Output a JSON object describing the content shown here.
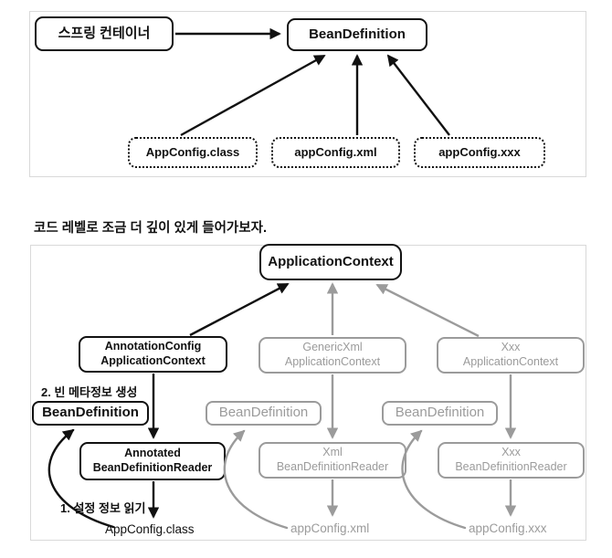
{
  "diagram1": {
    "spring_container": "스프링 컨테이너",
    "bean_definition": "BeanDefinition",
    "sources": [
      "AppConfig.class",
      "appConfig.xml",
      "appConfig.xxx"
    ]
  },
  "middle_text": "코드 레벨로 조금 더 깊이 있게 들어가보자.",
  "diagram2": {
    "application_context": "ApplicationContext",
    "step2_label": "2. 빈 메타정보 생성",
    "step1_label": "1. 설정 정보 읽기",
    "columns": [
      {
        "context_line1": "AnnotationConfig",
        "context_line2": "ApplicationContext",
        "bean_definition": "BeanDefinition",
        "reader_line1": "Annotated",
        "reader_line2": "BeanDefinitionReader",
        "config_file": "AppConfig.class",
        "emphasis": "black"
      },
      {
        "context_line1": "GenericXml",
        "context_line2": "ApplicationContext",
        "bean_definition": "BeanDefinition",
        "reader_line1": "Xml",
        "reader_line2": "BeanDefinitionReader",
        "config_file": "appConfig.xml",
        "emphasis": "gray"
      },
      {
        "context_line1": "Xxx",
        "context_line2": "ApplicationContext",
        "bean_definition": "BeanDefinition",
        "reader_line1": "Xxx",
        "reader_line2": "BeanDefinitionReader",
        "config_file": "appConfig.xxx",
        "emphasis": "gray"
      }
    ]
  },
  "colors": {
    "black": "#111111",
    "gray": "#9b9b9b",
    "container_border": "#d9d9d9",
    "background": "#ffffff"
  }
}
